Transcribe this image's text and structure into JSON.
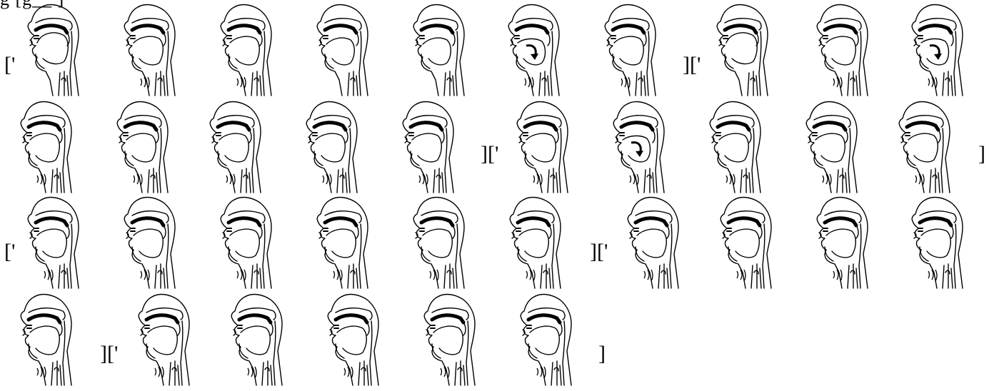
{
  "header": {
    "text": "g [g__ ]"
  },
  "brackets": {
    "open": "['",
    "join": "]['",
    "close": "]"
  },
  "rows": [
    {
      "bracket_before": "open",
      "heads": [
        "closed",
        "voiced",
        "voiced",
        "plain",
        "plain",
        "voiced-arrow",
        "voiced"
      ],
      "bracket_mid": "join",
      "heads_after": [
        "closed",
        "voiced",
        "voiced-arrow"
      ],
      "bracket_end": null
    },
    {
      "bracket_before": null,
      "heads": [
        "voiced",
        "voiced",
        "voiced",
        "voiced",
        "voiced"
      ],
      "bracket_mid": "join",
      "heads_after": [
        "voiced",
        "voiced-arrow",
        "voiced",
        "voiced",
        "voiced"
      ],
      "bracket_end": "close"
    },
    {
      "bracket_before": "open",
      "heads": [
        "voiced",
        "voiced",
        "voiced",
        "voiced",
        "voiced",
        "voiced"
      ],
      "bracket_mid": "join",
      "heads_after": [
        "voiced",
        "voiced",
        "voiced",
        "voiced"
      ],
      "bracket_end": null
    },
    {
      "bracket_before": null,
      "heads": [
        "voiced"
      ],
      "bracket_mid": "join",
      "heads_after": [
        "voiced",
        "voiced",
        "voiced",
        "voiced",
        "voiced"
      ],
      "bracket_end": "close"
    }
  ],
  "colors": {
    "ink": "#000000",
    "paper": "#ffffff"
  }
}
